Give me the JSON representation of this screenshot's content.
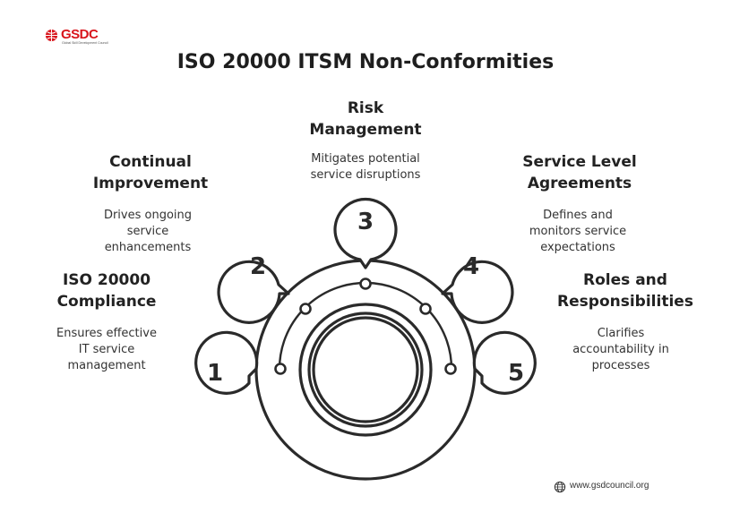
{
  "logo": {
    "brand": "GSDC",
    "tagline": "Global Skill Development Council"
  },
  "title": "ISO 20000 ITSM Non-Conformities",
  "steps": [
    {
      "number": "1",
      "label_line1": "ISO 20000",
      "label_line2": "Compliance",
      "desc_line1": "Ensures effective",
      "desc_line2": "IT service",
      "desc_line3": "management"
    },
    {
      "number": "2",
      "label_line1": "Continual",
      "label_line2": "Improvement",
      "desc_line1": "Drives ongoing",
      "desc_line2": "service",
      "desc_line3": "enhancements"
    },
    {
      "number": "3",
      "label_line1": "Risk",
      "label_line2": "Management",
      "desc_line1": "Mitigates potential",
      "desc_line2": "service disruptions"
    },
    {
      "number": "4",
      "label_line1": "Service Level",
      "label_line2": "Agreements",
      "desc_line1": "Defines and",
      "desc_line2": "monitors service",
      "desc_line3": "expectations"
    },
    {
      "number": "5",
      "label_line1": "Roles and",
      "label_line2": "Responsibilities",
      "desc_line1": "Clarifies",
      "desc_line2": "accountability in",
      "desc_line3": "processes"
    }
  ],
  "footer": {
    "url": "www.gsdcouncil.org",
    "icon": "globe-icon"
  },
  "colors": {
    "stroke": "#2a2a2a",
    "brand": "#d8141b",
    "background": "#ffffff"
  }
}
